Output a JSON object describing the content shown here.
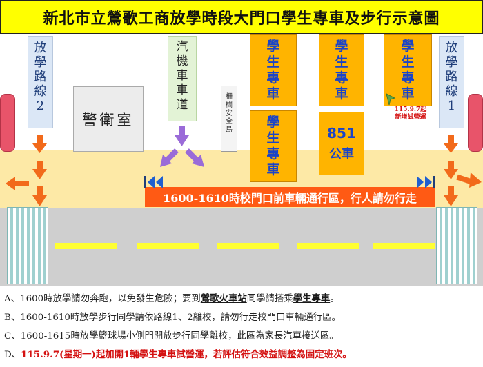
{
  "title": "新北市立鶯歌工商放學時段大門口學生專車及步行示意圖",
  "route_left": "放學路線2",
  "route_right": "放學路線1",
  "guard_room": "警衛室",
  "car_lane": "汽機車車道",
  "fence_island": "柵欄安全島",
  "student_bus": "學生專車",
  "bus_851_number": "851",
  "bus_851_label": "公車",
  "trial_note_line1": "115.9.7起",
  "trial_note_line2": "新增試營運",
  "gate_banner": "1600-1610時校門口前車輛通行區，行人請勿行走",
  "notes": {
    "a_prefix": "A、",
    "a_text1": "1600時放學請勿奔跑，以免發生危險；要到",
    "a_hl1": "鶯歌火車站",
    "a_text2": "同學請搭乘",
    "a_hl2": "學生專車",
    "a_text3": "。",
    "b_prefix": "B、",
    "b_text": "1600-1610時放學步行同學請依路線1、2離校，請勿行走校門口車輛通行區。",
    "c_prefix": "C、",
    "c_text": "1600-1615時放學籃球場小側門開放步行同學離校，此區為家長汽車接送區。",
    "d_prefix": "D、",
    "d_text": "115.9.7(星期一)起加開1輛學生專車試營運，若評估符合效益調整為固定班次。"
  },
  "colors": {
    "title_bg": "#ffff00",
    "bus_orange": "#ffb400",
    "bus_text_blue": "#1a44c8",
    "arrow_orange": "#f26a1b",
    "arrow_purple": "#9a6bd8",
    "banner_orange": "#ff5a14",
    "trial_red": "#d41111",
    "lane_yellow": "#ffff33"
  },
  "icons": [
    "arrow-down-icon",
    "arrow-left-icon",
    "arrow-right-icon",
    "double-chevron-left-icon",
    "double-chevron-right-icon",
    "pin-icon"
  ]
}
